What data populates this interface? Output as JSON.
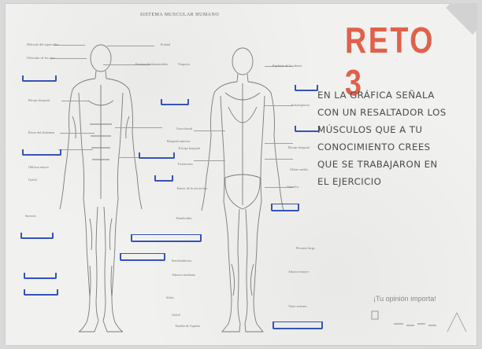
{
  "worksheet": {
    "main_title": "SISTEMA MUSCULAR HUMANO",
    "challenge_title": "RETO 3",
    "instructions": [
      "EN LA GRÁFICA SEÑALA",
      "CON UN RESALTADOR LOS",
      "MÚSCULOS QUE A TU",
      "CONOCIMIENTO CREES",
      "QUE SE TRABAJARON EN",
      "EL EJERCICIO"
    ],
    "support_text": "¡Tu opinión importa!"
  },
  "labels": {
    "front_left": [
      "Músculo del superciliar",
      "Orbicular de los ojos",
      "Bíceps braquial",
      "Recto del abdomen",
      "Oblicuo mayor",
      "Grácil",
      "Sartorio"
    ],
    "front_center": [
      "Frontal",
      "Esternocleidomastoideo",
      "Trapecio",
      "Braquial anterior",
      "Extensores",
      "Tensor de la fascia lata",
      "Aductor mediano",
      "Sóleo"
    ],
    "back_right": [
      "Esplenio de la cabeza",
      "Infraespinoso",
      "Bíceps braquial",
      "Glúteo medio",
      "Gemelos",
      "Peroneo largo",
      "Aductor mayor",
      "Vasto externo"
    ],
    "back_center": [
      "Gran dorsal",
      "Tríceps braquial",
      "Romboides",
      "Semitendinoso",
      "Grácil",
      "Tendón de Aquiles"
    ]
  },
  "colors": {
    "challenge": "#e2604a",
    "marker": "#3553b8",
    "text": "#4b4b4b"
  }
}
